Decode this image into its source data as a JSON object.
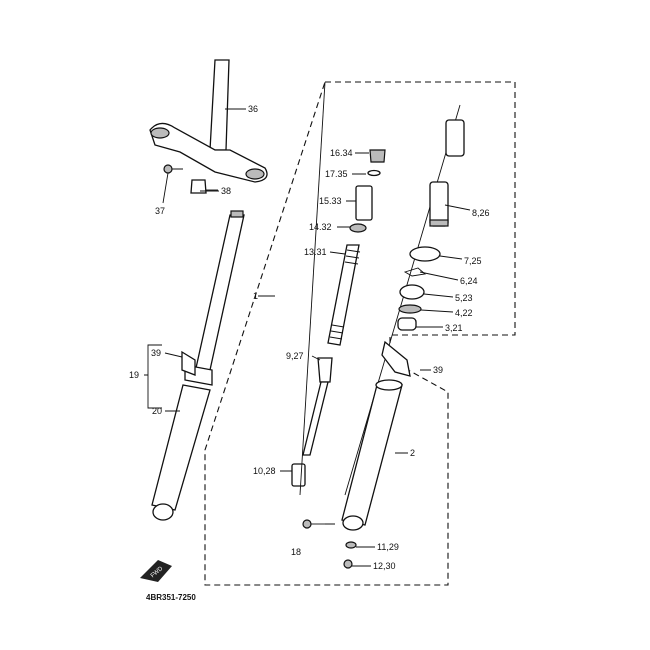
{
  "diagram": {
    "title": "Front fork exploded view",
    "part_number_code": "4BR351-7250",
    "fwd_badge": "FWD",
    "callouts": {
      "c36": "36",
      "c37": "37",
      "c38": "38",
      "c16_34": "16.34",
      "c17_35": "17.35",
      "c15_33": "15.33",
      "c14_32": "14.32",
      "c13_31": "13.31",
      "c8_26": "8,26",
      "c7_25": "7,25",
      "c6_24": "6,24",
      "c5_23": "5,23",
      "c4_22": "4,22",
      "c3_21": "3,21",
      "c1": "1",
      "c39_left": "39",
      "c19": "19",
      "c20": "20",
      "c9_27": "9,27",
      "c39_right": "39",
      "c2": "2",
      "c10_28": "10,28",
      "c18": "18",
      "c11_29": "11,29",
      "c12_30": "12,30"
    }
  }
}
